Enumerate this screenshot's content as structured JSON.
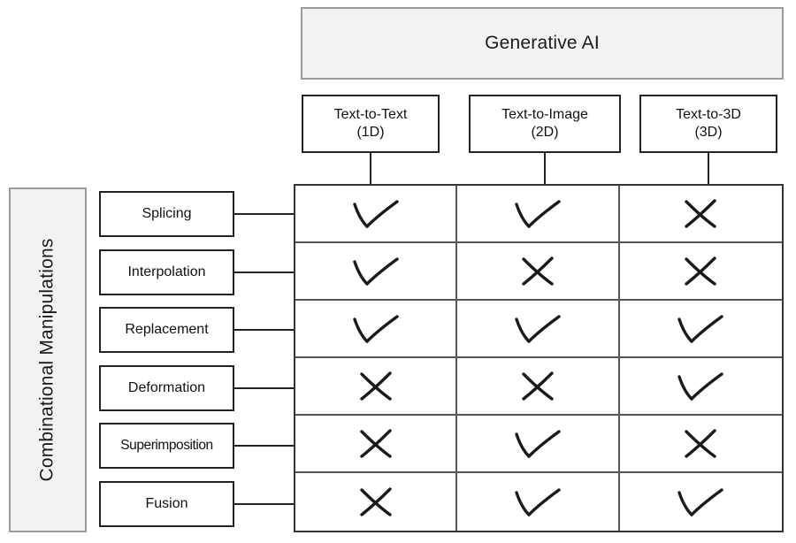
{
  "banner": {
    "label": "Generative AI"
  },
  "category": {
    "label": "Combinational Manipulations"
  },
  "columns": [
    {
      "name": "text-to-text",
      "line1": "Text-to-Text",
      "line2": "(1D)"
    },
    {
      "name": "text-to-image",
      "line1": "Text-to-Image",
      "line2": "(2D)"
    },
    {
      "name": "text-to-3d",
      "line1": "Text-to-3D",
      "line2": "(3D)"
    }
  ],
  "rows": [
    {
      "name": "splicing",
      "label": "Splicing"
    },
    {
      "name": "interpolation",
      "label": "Interpolation"
    },
    {
      "name": "replacement",
      "label": "Replacement"
    },
    {
      "name": "deformation",
      "label": "Deformation"
    },
    {
      "name": "superimposition",
      "label": "Superimposition"
    },
    {
      "name": "fusion",
      "label": "Fusion"
    }
  ],
  "matrix": [
    [
      "check",
      "check",
      "cross"
    ],
    [
      "check",
      "cross",
      "cross"
    ],
    [
      "check",
      "check",
      "check"
    ],
    [
      "cross",
      "cross",
      "check"
    ],
    [
      "cross",
      "check",
      "cross"
    ],
    [
      "cross",
      "check",
      "check"
    ]
  ],
  "marks": {
    "check": {
      "icon": "check-icon",
      "meaning": "supported"
    },
    "cross": {
      "icon": "cross-icon",
      "meaning": "not-supported"
    }
  },
  "colors": {
    "page_background": "#ffffff",
    "banner_fill": "#f2f2f2",
    "banner_border": "#9a9a9a",
    "box_border": "#222222",
    "grid_line": "#555555",
    "mark_stroke": "#1a1a1a",
    "text": "#111111"
  }
}
